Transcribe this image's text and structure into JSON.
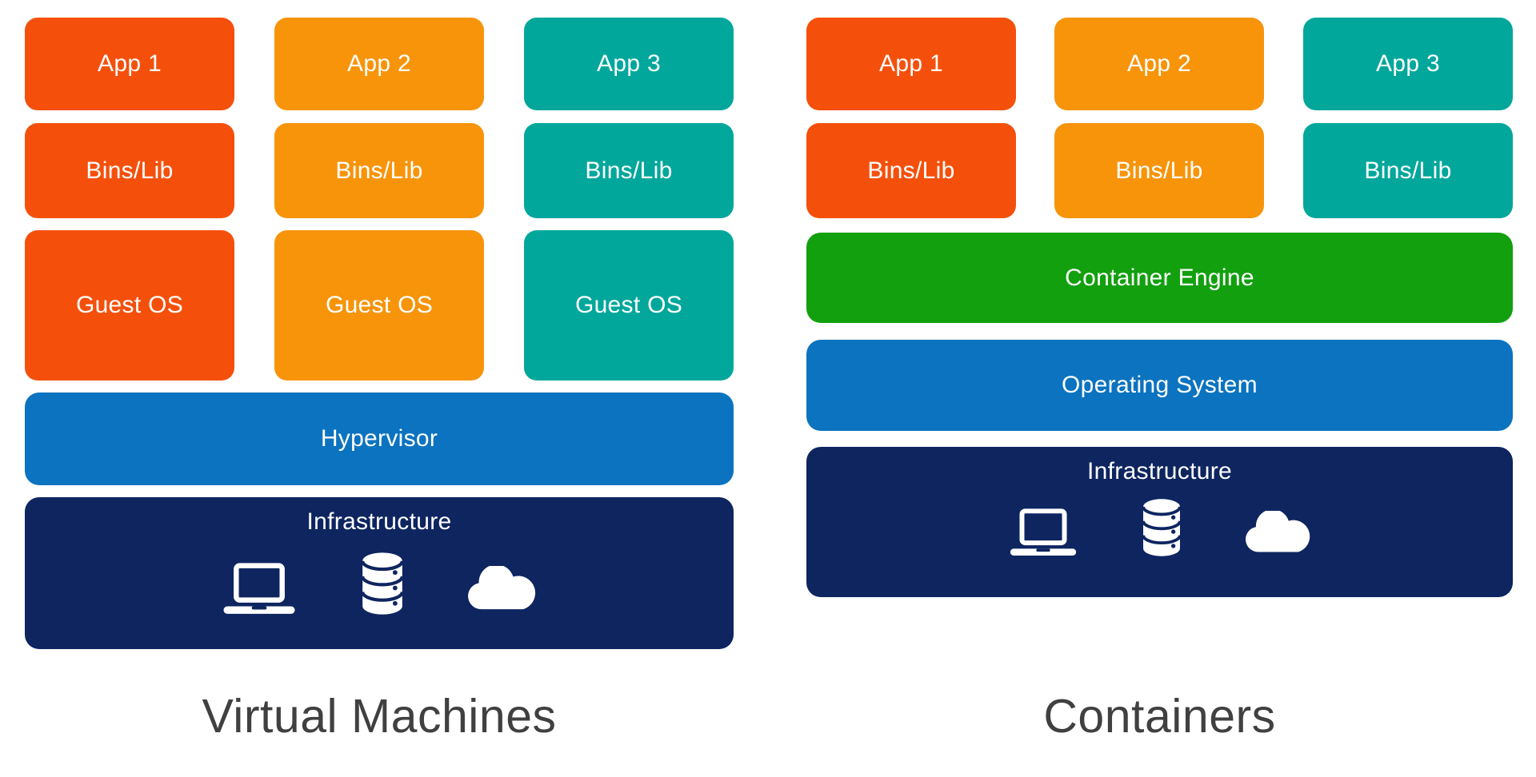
{
  "diagram": {
    "left": {
      "title": "Virtual Machines",
      "stacks": [
        {
          "app": "App 1",
          "bins": "Bins/Lib",
          "guest_os": "Guest OS",
          "color": "#F4500C"
        },
        {
          "app": "App 2",
          "bins": "Bins/Lib",
          "guest_os": "Guest OS",
          "color": "#F7940A"
        },
        {
          "app": "App 3",
          "bins": "Bins/Lib",
          "guest_os": "Guest OS",
          "color": "#02A79B"
        }
      ],
      "hypervisor_label": "Hypervisor",
      "infrastructure_label": "Infrastructure"
    },
    "right": {
      "title": "Containers",
      "stacks": [
        {
          "app": "App 1",
          "bins": "Bins/Lib",
          "color": "#F4500C"
        },
        {
          "app": "App 2",
          "bins": "Bins/Lib",
          "color": "#F7940A"
        },
        {
          "app": "App 3",
          "bins": "Bins/Lib",
          "color": "#02A79B"
        }
      ],
      "container_engine_label": "Container Engine",
      "operating_system_label": "Operating System",
      "infrastructure_label": "Infrastructure"
    },
    "infrastructure_icons": [
      "laptop-icon",
      "database-icon",
      "cloud-icon"
    ],
    "colors": {
      "app_red": "#F4500C",
      "app_orange": "#F7940A",
      "app_teal": "#02A79B",
      "hypervisor_blue": "#0B73BF",
      "operating_system_blue": "#0B73BF",
      "container_engine_green": "#12A00F",
      "infrastructure_navy": "#0E2560",
      "title_gray": "#404040",
      "box_text_white": "#FFFFFF",
      "background": "#FFFFFF"
    }
  }
}
